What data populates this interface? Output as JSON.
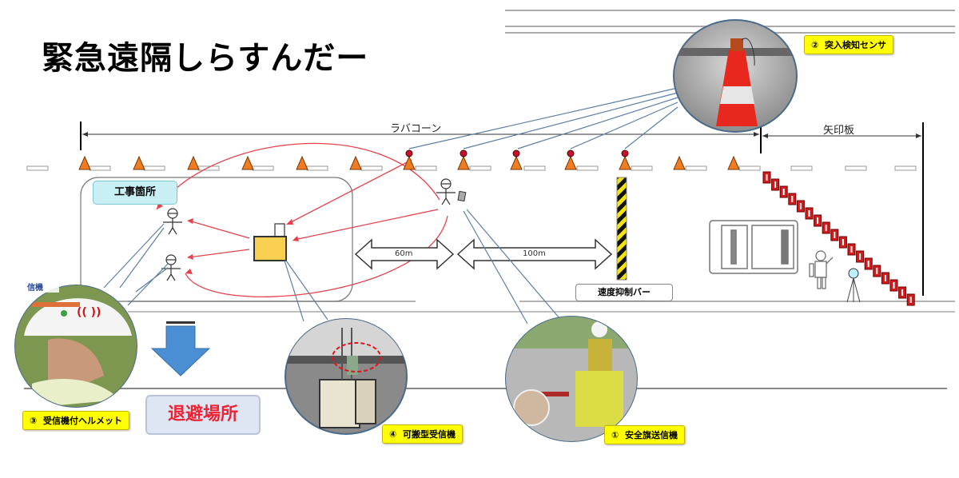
{
  "title": "緊急遠隔しらすんだー",
  "labels": {
    "rubber_cone": "ラバコーン",
    "arrow_board": "矢印板",
    "work_site": "工事箇所",
    "speed_bar": "速度抑制バー",
    "evacuation": "退避場所",
    "dist_60": "60m",
    "dist_100": "100m"
  },
  "callouts": [
    {
      "num": "①",
      "text": "安全旗送信機"
    },
    {
      "num": "②",
      "text": "突入検知センサ"
    },
    {
      "num": "③",
      "text": "受信機付ヘルメット"
    },
    {
      "num": "④",
      "text": "可搬型受信機"
    }
  ],
  "helmet_tag": "信機",
  "colors": {
    "cone": "#f07c22",
    "sensor": "#c8102e",
    "callout_bg": "#ffff00",
    "signal_line": "#e8404a",
    "leader_line": "#5b7fa6",
    "receiver_box": "#f9cf52",
    "evac_arrow": "#4a8fd4",
    "arrow_board": "#d41a1a"
  }
}
